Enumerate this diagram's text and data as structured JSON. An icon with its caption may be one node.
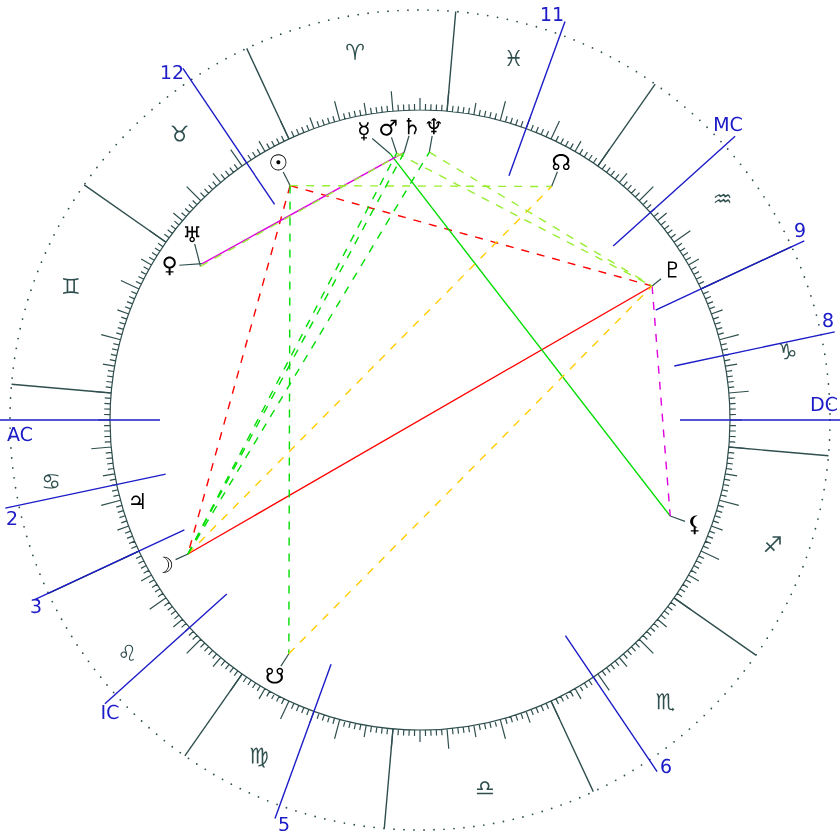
{
  "diagram": {
    "nodes": [
      {
        "text": [
          "☿"
        ]
      },
      {
        "text": [
          "♂"
        ]
      },
      {
        "text": [
          "♄"
        ]
      },
      {
        "text": [
          "♆"
        ]
      },
      {
        "text": [
          "☉"
        ]
      },
      {
        "text": [
          "☊"
        ]
      },
      {
        "text": [
          "♅"
        ]
      },
      {
        "text": [
          "♀"
        ]
      },
      {
        "text": [
          "♇"
        ]
      },
      {
        "text": [
          "♃"
        ]
      },
      {
        "text": [
          "☽"
        ]
      },
      {
        "text": [
          "⚸"
        ]
      },
      {
        "text": [
          "☋"
        ]
      }
    ],
    "edges": [
      {
        "from": 10,
        "to": 8,
        "arrow": "none",
        "color": "#ff0000"
      },
      {
        "from": 4,
        "to": 8,
        "arrow": "none",
        "style": "dashed",
        "color": "#ff0000"
      },
      {
        "from": 4,
        "to": 10,
        "arrow": "none",
        "style": "dashed",
        "color": "#ff0000"
      },
      {
        "from": 0,
        "to": 11,
        "arrow": "none"
      },
      {
        "from": 7,
        "to": 2,
        "arrow": "none",
        "color": "#dd00dd"
      },
      {
        "from": 8,
        "to": 11,
        "arrow": "none",
        "style": "dashed",
        "color": "#dd00dd"
      },
      {
        "from": 4,
        "to": 12,
        "arrow": "none",
        "style": "dashed"
      },
      {
        "from": 4,
        "to": 5,
        "arrow": "none",
        "style": "dashed",
        "color": "#99ee33"
      },
      {
        "from": 10,
        "to": 5,
        "arrow": "none",
        "style": "dashed",
        "color": "#ffcc00"
      },
      {
        "from": 12,
        "to": 8,
        "arrow": "none",
        "style": "dashed",
        "color": "#ffcc00"
      },
      {
        "from": 3,
        "to": 8,
        "arrow": "none",
        "style": "dashed",
        "color": "#99ee33"
      },
      {
        "from": 1,
        "to": 8,
        "arrow": "none",
        "style": "dashed",
        "color": "#99ee33"
      },
      {
        "from": 6,
        "to": 2,
        "arrow": "none",
        "style": "dashed",
        "color": "#99ee33"
      },
      {
        "from": 10,
        "to": 1,
        "arrow": "none",
        "style": "dashed"
      },
      {
        "from": 10,
        "to": 2,
        "arrow": "none",
        "style": "dashed"
      },
      {
        "from": 10,
        "to": 3,
        "arrow": "none",
        "style": "dashed"
      }
    ],
    "labels": [
      "♈",
      "♉",
      "♊",
      "♋",
      "♌",
      "♍",
      "♎",
      "♏",
      "♐",
      "♑",
      "♒",
      "♓",
      "AC",
      "2",
      "3",
      "IC",
      "5",
      "6",
      "DC",
      "8",
      "9",
      "MC",
      "11",
      "12"
    ]
  }
}
